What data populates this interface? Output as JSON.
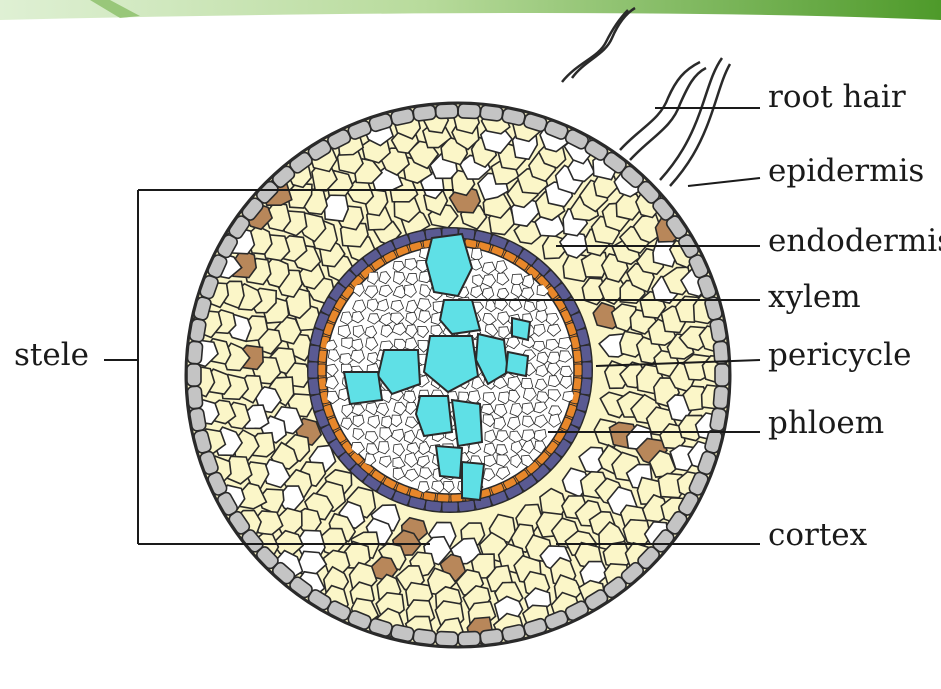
{
  "diagram": {
    "labels": {
      "root_hair": "root hair",
      "epidermis": "epidermis",
      "endodermis": "endodermis",
      "xylem": "xylem",
      "pericycle": "pericycle",
      "phloem": "phloem",
      "cortex": "cortex",
      "stele": "stele"
    }
  },
  "colors": {
    "banner_green": "#4e9a2a",
    "cortex_fill": "#fbf6c8",
    "cell_outline": "#2a2a2a",
    "epidermis_gray": "#c4c4c4",
    "endodermis_blue": "#5a5a92",
    "pericycle_orange": "#e8872a",
    "xylem_cyan": "#5fe0e6",
    "brown_cell": "#b8875a"
  }
}
